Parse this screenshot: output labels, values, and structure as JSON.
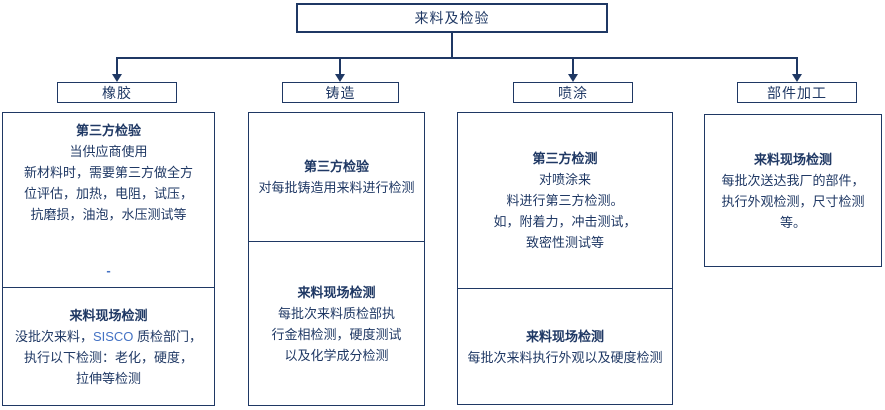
{
  "colors": {
    "navy": "#1F3864",
    "accent_blue": "#4472C4",
    "background": "#FFFFFF"
  },
  "root_title": "来料及检验",
  "columns": [
    {
      "header": "橡胶",
      "sections": [
        {
          "title": "第三方检验",
          "body": "当供应商使用\n新材料时，需要第三方做全方\n位评估，加热，电阻，试压，\n抗磨损，油泡，水压测试等",
          "note": "-"
        },
        {
          "title": "来料现场检测",
          "line1_pre": "没批次来料，",
          "line1_brand": "SISCO",
          "line1_post": " 质检部门，",
          "body": "执行以下检测：老化，硬度，\n拉伸等检测"
        }
      ]
    },
    {
      "header": "铸造",
      "sections": [
        {
          "title": "第三方检验",
          "body": "对每批铸造用来料进行检测"
        },
        {
          "title": "来料现场检测",
          "body": "每批次来料质检部执\n行金相检测，硬度测试\n以及化学成分检测"
        }
      ]
    },
    {
      "header": "喷涂",
      "sections": [
        {
          "title": "第三方检测",
          "body": "对喷涂来\n料进行第三方检测。\n如，附着力，冲击测试，\n致密性测试等"
        },
        {
          "title": "来料现场检测",
          "body": "每批次来料执行外观以及硬度检测"
        }
      ]
    },
    {
      "header": "部件加工",
      "sections": [
        {
          "title": "来料现场检测",
          "body": "每批次送达我厂的部件，\n执行外观检测，尺寸检测等。"
        }
      ]
    }
  ]
}
